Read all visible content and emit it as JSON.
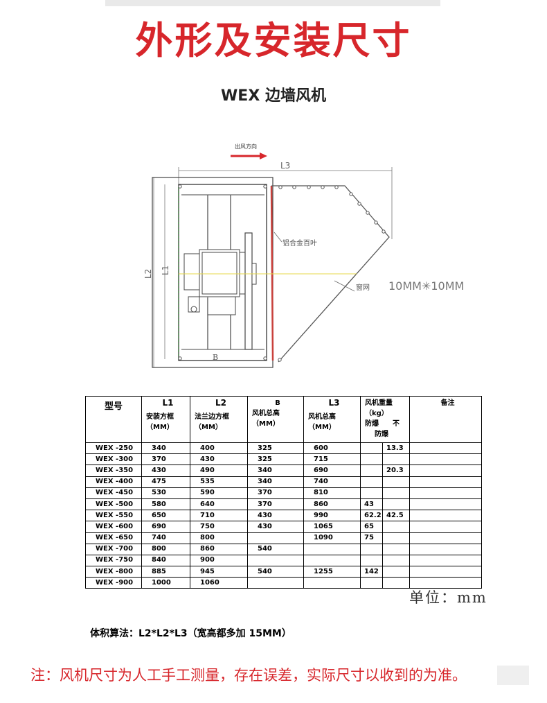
{
  "page_title": "外形及安装尺寸",
  "diagram": {
    "title": "WEX 边墙风机",
    "airflow_label": "出风方向",
    "labels": {
      "l3": "L3",
      "l2": "L2",
      "l1": "L1",
      "b": "B",
      "louver": "铝合金百叶",
      "mesh": "窗网",
      "mesh_size": "10MM✳10MM"
    },
    "line_color": "#4a4a4a",
    "arrow_color": "#d7262b",
    "louver_color": "#c9413c"
  },
  "table": {
    "headers": {
      "model": {
        "main": "型号"
      },
      "l1": {
        "main": "L1",
        "sub1": "安装方框",
        "sub2": "（MM）"
      },
      "l2": {
        "main": "L2",
        "sub1": "法兰边方框",
        "sub2": "（MM）"
      },
      "b": {
        "main": "B",
        "sub1": "风机总高",
        "sub2": "（MM）"
      },
      "l3": {
        "main": "L3",
        "sub1": "风机总高",
        "sub2": "（MM）"
      },
      "weight": {
        "line1": "风机重量",
        "line2": "（kg）",
        "line3": "防爆　　不",
        "line4": "防爆"
      },
      "remark": {
        "main": "备注"
      }
    },
    "rows": [
      {
        "model": "WEX -250",
        "l1": "340",
        "l2": "400",
        "b": "325",
        "l3": "600",
        "w_ex": "",
        "w_nonex": "13.3",
        "remark": ""
      },
      {
        "model": "WEX -300",
        "l1": "370",
        "l2": "430",
        "b": "325",
        "l3": "715",
        "w_ex": "",
        "w_nonex": "",
        "remark": ""
      },
      {
        "model": "WEX -350",
        "l1": "430",
        "l2": "490",
        "b": "340",
        "l3": "690",
        "w_ex": "",
        "w_nonex": "20.3",
        "remark": ""
      },
      {
        "model": "WEX -400",
        "l1": "475",
        "l2": "535",
        "b": "340",
        "l3": "740",
        "w_ex": "",
        "w_nonex": "",
        "remark": ""
      },
      {
        "model": "WEX -450",
        "l1": "530",
        "l2": "590",
        "b": "370",
        "l3": "810",
        "w_ex": "",
        "w_nonex": "",
        "remark": ""
      },
      {
        "model": "WEX -500",
        "l1": "580",
        "l2": "640",
        "b": "370",
        "l3": "860",
        "w_ex": "43",
        "w_nonex": "",
        "remark": ""
      },
      {
        "model": "WEX -550",
        "l1": "650",
        "l2": "710",
        "b": "430",
        "l3": "990",
        "w_ex": "62.2",
        "w_nonex": "42.5",
        "remark": ""
      },
      {
        "model": "WEX -600",
        "l1": "690",
        "l2": "750",
        "b": "430",
        "l3": "1065",
        "w_ex": "65",
        "w_nonex": "",
        "remark": ""
      },
      {
        "model": "WEX -650",
        "l1": "740",
        "l2": "800",
        "b": "",
        "l3": "1090",
        "w_ex": "75",
        "w_nonex": "",
        "remark": ""
      },
      {
        "model": "WEX -700",
        "l1": "800",
        "l2": "860",
        "b": "540",
        "l3": "",
        "w_ex": "",
        "w_nonex": "",
        "remark": ""
      },
      {
        "model": "WEX -750",
        "l1": "840",
        "l2": "900",
        "b": "",
        "l3": "",
        "w_ex": "",
        "w_nonex": "",
        "remark": ""
      },
      {
        "model": "WEX -800",
        "l1": "885",
        "l2": "945",
        "b": "540",
        "l3": "1255",
        "w_ex": "142",
        "w_nonex": "",
        "remark": ""
      },
      {
        "model": "WEX -900",
        "l1": "1000",
        "l2": "1060",
        "b": "",
        "l3": "",
        "w_ex": "",
        "w_nonex": "",
        "remark": ""
      }
    ]
  },
  "unit_note": "单位：mm",
  "formula": "体积算法：L2*L2*L3（宽高都多加 15MM）",
  "footer_note": "注：风机尺寸为人工手工测量，存在误差，实际尺寸以收到的为准。"
}
